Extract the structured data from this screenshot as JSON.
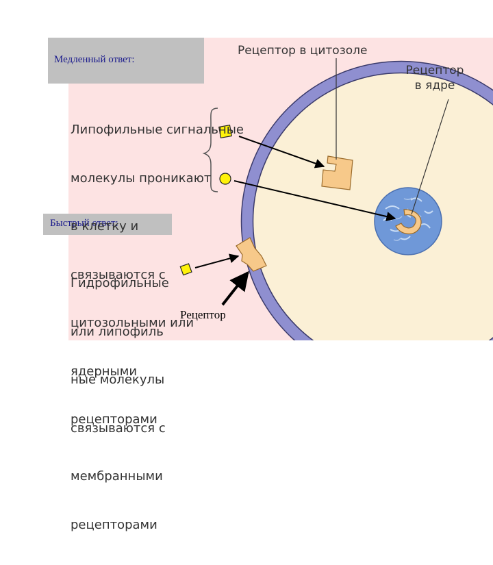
{
  "slow": {
    "label": "Медленный ответ:",
    "desc_lines": [
      "Липофильные сигнальные",
      "молекулы проникают",
      "в клетку и",
      "связываются с",
      "цитозольными или",
      "ядерными",
      "рецепторами"
    ]
  },
  "fast": {
    "label": "Быстрый ответ:",
    "desc_lines": [
      "Гидрофильные",
      "или липофиль",
      "ные молекулы",
      "связываются с",
      "мембранными",
      "рецепторами"
    ]
  },
  "labels": {
    "cytosol_receptor": "Рецептор в цитозоле",
    "nuclear_receptor_line1": "Рецептор",
    "nuclear_receptor_line2": "в ядре",
    "membrane_receptor": "Рецептор"
  },
  "colors": {
    "background_panel": "#fde3e3",
    "cytoplasm": "#fbf0d6",
    "membrane": "#8f8fd0",
    "nucleus": "#6f98d8",
    "receptor": "#f7c98a",
    "molecule": "#fff20a",
    "label_box": "#c0c0c0"
  }
}
